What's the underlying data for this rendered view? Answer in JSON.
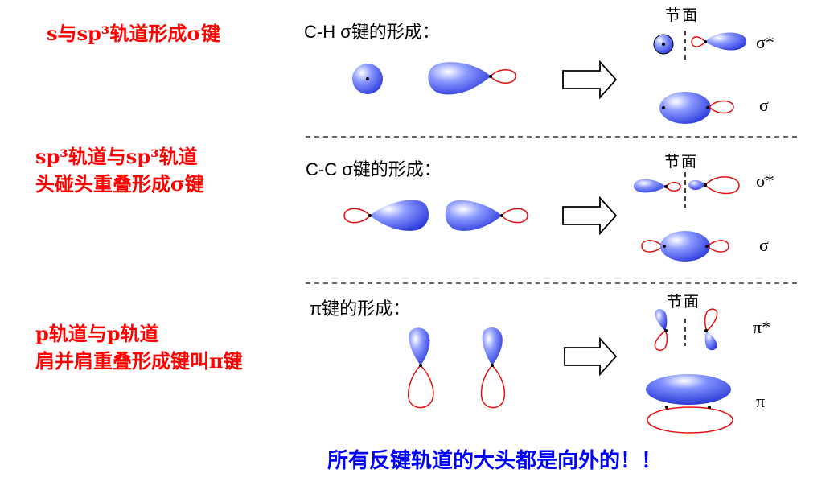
{
  "left_labels": [
    {
      "line1": "s与sp³轨道形成σ键"
    },
    {
      "line1": "sp³轨道与sp³轨道",
      "line2": "头碰头重叠形成σ键"
    },
    {
      "line1": "p轨道与p轨道",
      "line2": "肩并肩重叠形成键叫π键"
    }
  ],
  "rows": [
    {
      "title": "C-H  σ键的形成：",
      "node_plane": "节面",
      "antibonding": "σ*",
      "bonding": "σ"
    },
    {
      "title": "C-C  σ键的形成：",
      "node_plane": "节面",
      "antibonding": "σ*",
      "bonding": "σ"
    },
    {
      "title": "π键的形成：",
      "node_plane": "节面",
      "antibonding": "π*",
      "bonding": "π"
    }
  ],
  "footer": "所有反键轨道的大头都是向外的！！",
  "colors": {
    "label_red": "#ff0000",
    "footer_blue": "#0000ff",
    "lobe_blue": "#2a3cf0",
    "lobe_red": "#e01010"
  }
}
